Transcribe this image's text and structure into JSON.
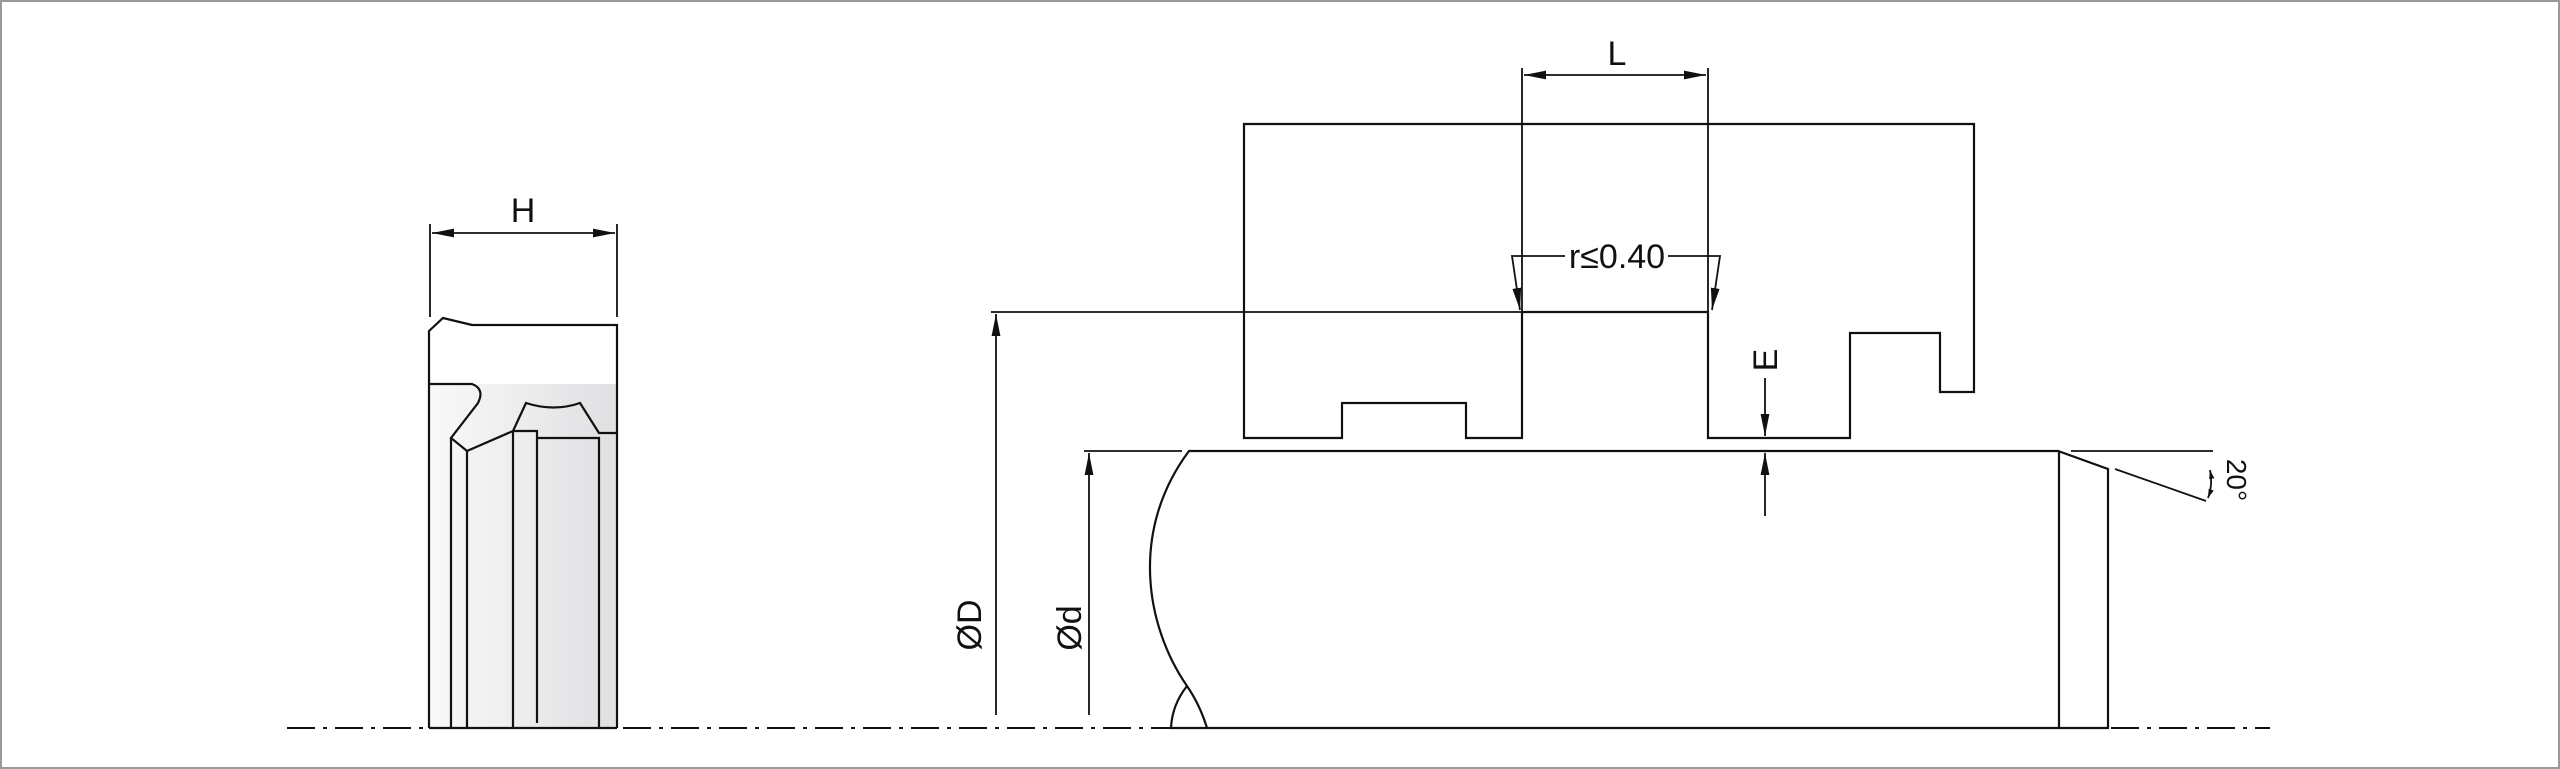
{
  "labels": {
    "seal_height": "H",
    "groove_length": "L",
    "radius": "r≤0.40",
    "extrusion_gap": "E",
    "bore_diameter": "ØD",
    "rod_diameter": "Ød",
    "chamfer_angle": "20°"
  },
  "colors": {
    "seal_fill": "#d1d2d4",
    "line": "#111111",
    "frame": "#9a9a9a"
  }
}
